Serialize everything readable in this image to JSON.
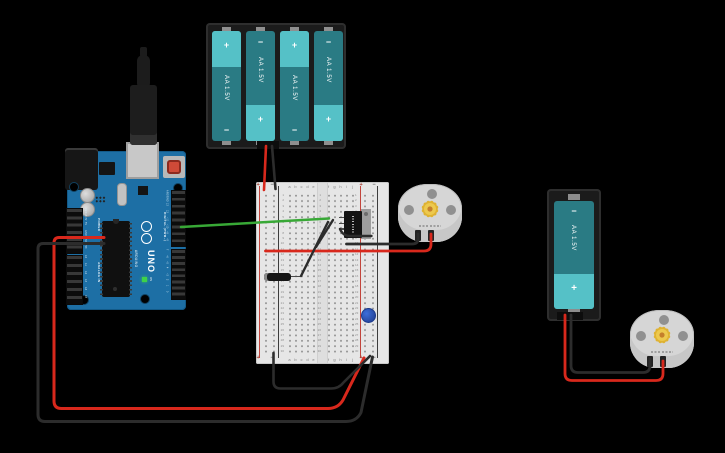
{
  "app": {
    "background": "#000000"
  },
  "arduino": {
    "title": "UNO",
    "brand": "ARDUINO",
    "digital_section_label": "DIGITAL (PWM~)",
    "power_section_label": "POWER",
    "analog_section_label": "ANALOG IN",
    "on_led_label": "ON",
    "digital_pins": [
      "AREF",
      "GND",
      "13",
      "12",
      "~11",
      "~10",
      "~9",
      "~8",
      "7",
      "~6",
      "~5",
      "4",
      "~3",
      "2",
      "1",
      "0"
    ],
    "power_pins": [
      "RESET",
      "3.3V",
      "5V",
      "GND",
      "GND",
      "VIN"
    ],
    "analog_pins": [
      "A0",
      "A1",
      "A2",
      "A3",
      "A4",
      "A5"
    ]
  },
  "battery_pack": {
    "cells": [
      {
        "label": "AA 1.5V",
        "plus_label": "+",
        "minus_label": "−",
        "plus_at": "top"
      },
      {
        "label": "AA 1.5V",
        "plus_label": "+",
        "minus_label": "−",
        "plus_at": "bottom"
      },
      {
        "label": "AA 1.5V",
        "plus_label": "+",
        "minus_label": "−",
        "plus_at": "top"
      },
      {
        "label": "AA 1.5V",
        "plus_label": "+",
        "minus_label": "−",
        "plus_at": "bottom"
      }
    ]
  },
  "single_battery": {
    "label": "AA 1.5V",
    "plus_label": "+",
    "minus_label": "−"
  },
  "breadboard": {
    "left_columns": [
      "a",
      "b",
      "c",
      "d",
      "e"
    ],
    "right_columns": [
      "f",
      "g",
      "h",
      "i",
      "j"
    ],
    "plus_label": "+",
    "minus_label": "−",
    "rows": 30
  },
  "colors": {
    "wire_red": "#d8281c",
    "wire_black": "#2c2c2c",
    "wire_green": "#38a836",
    "board_blue": "#1d6fa5",
    "battery_dark_teal": "#2a7b84",
    "battery_light_teal": "#55c1c7",
    "motor_body": "#d6d6d6",
    "gear_yellow": "#e5b93b",
    "blue_disc": "#2d5cc8",
    "breadboard_gray": "#e6e6e6"
  }
}
